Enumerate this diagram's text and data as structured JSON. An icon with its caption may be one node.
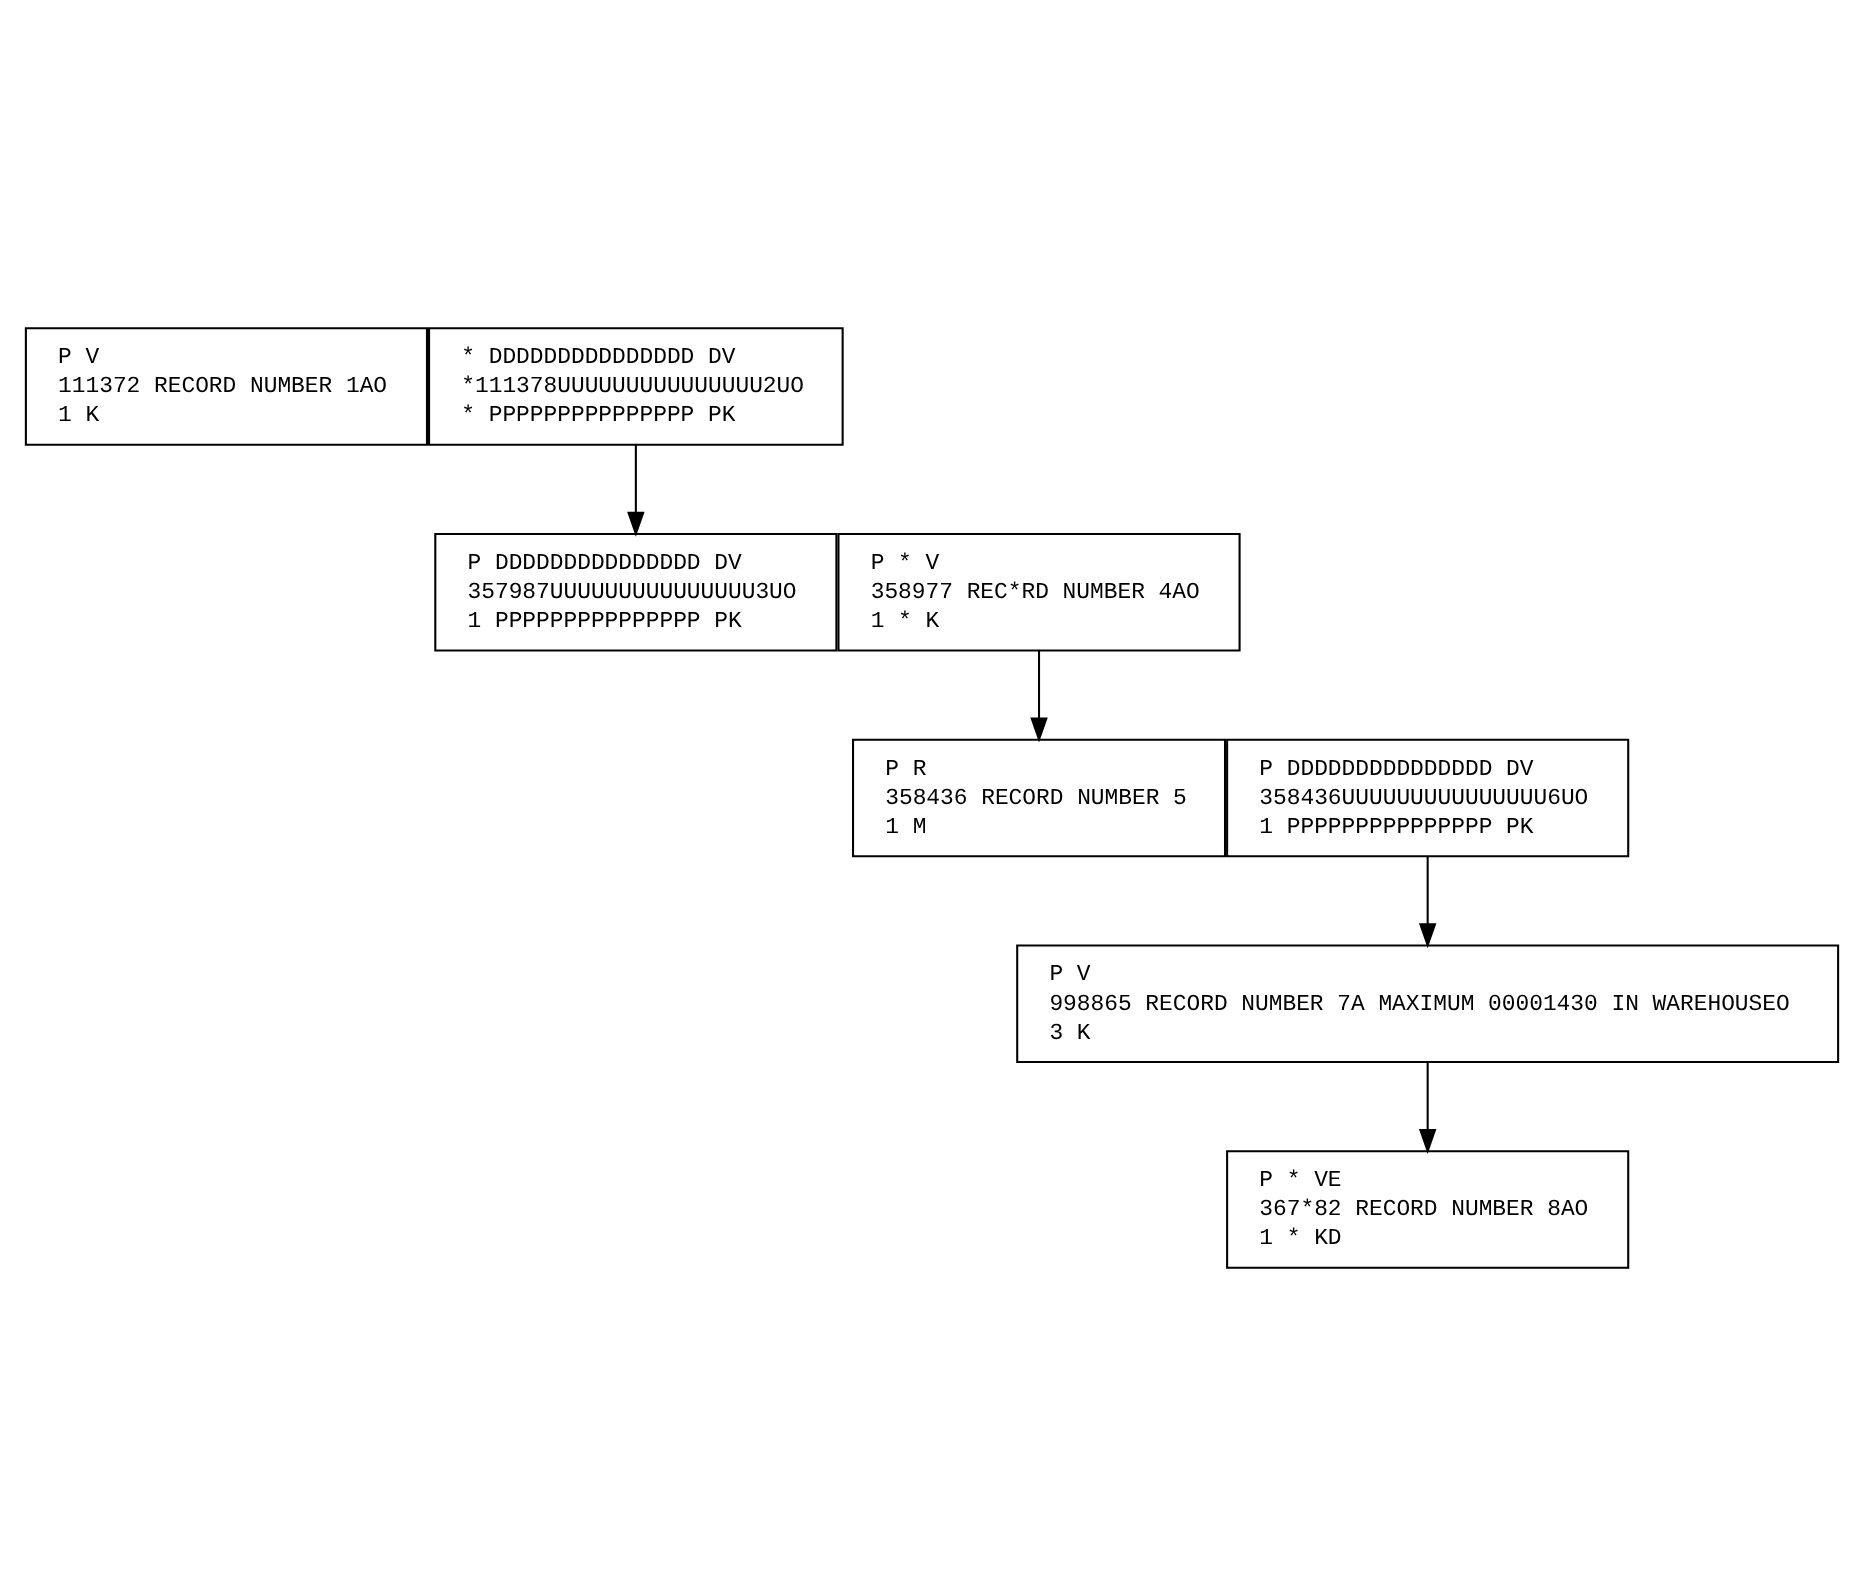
{
  "diagram": {
    "nodes": [
      {
        "text": [
          "P V",
          "111372 RECORD NUMBER 1AO",
          "1 K"
        ]
      },
      {
        "text": [
          "* DDDDDDDDDDDDDDD DV",
          "*111378UUUUUUUUUUUUUUU2UO",
          "* PPPPPPPPPPPPPPP PK"
        ]
      },
      {
        "text": [
          "P DDDDDDDDDDDDDDD DV",
          "357987UUUUUUUUUUUUUUU3UO",
          "1 PPPPPPPPPPPPPPP PK"
        ]
      },
      {
        "text": [
          "P * V",
          "358977 REC*RD NUMBER 4AO",
          "1 * K"
        ]
      },
      {
        "text": [
          "P R",
          "358436 RECORD NUMBER 5",
          "1 M"
        ]
      },
      {
        "text": [
          "P DDDDDDDDDDDDDDD DV",
          "358436UUUUUUUUUUUUUUU6UO",
          "1 PPPPPPPPPPPPPPP PK"
        ]
      },
      {
        "text": [
          "P V",
          "998865 RECORD NUMBER 7A MAXIMUM 00001430 IN WAREHOUSEO",
          "3 K"
        ]
      },
      {
        "text": [
          "P * VE",
          "367*82 RECORD NUMBER 8AO",
          "1 * KD"
        ]
      }
    ],
    "edges": [
      {
        "from": 1,
        "to": 2,
        "arrow": "to"
      },
      {
        "from": 3,
        "to": 4,
        "arrow": "to"
      },
      {
        "from": 5,
        "to": 6,
        "arrow": "to"
      },
      {
        "from": 6,
        "to": 7,
        "arrow": "to"
      }
    ]
  }
}
